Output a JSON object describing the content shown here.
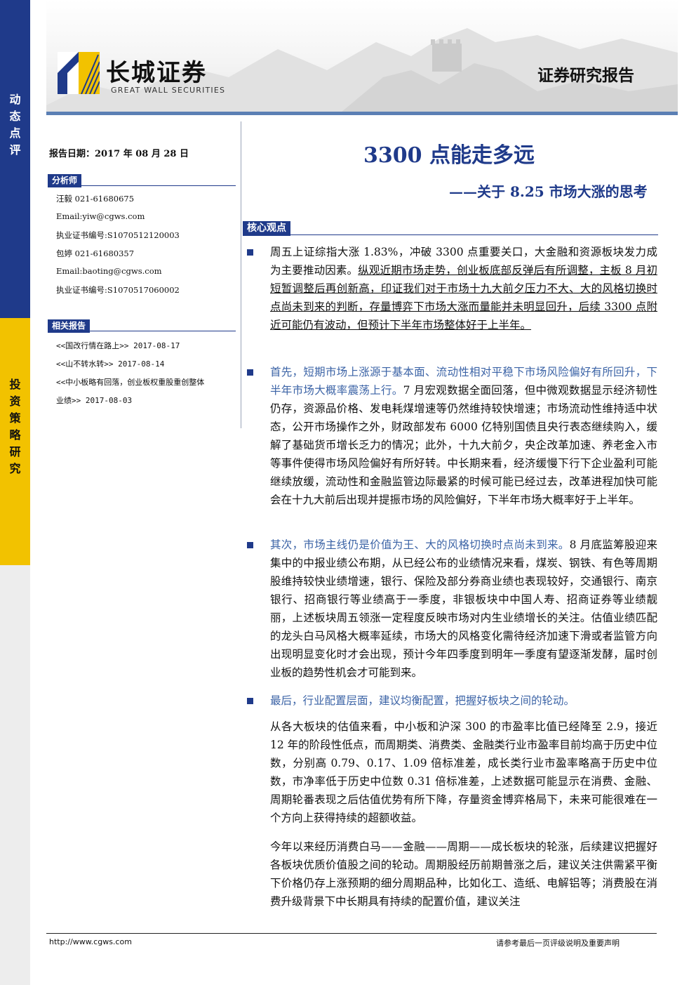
{
  "sidebar": {
    "top_label": "动态点评",
    "mid_label": "投资策略研究"
  },
  "header": {
    "logo_cn": "长城证券",
    "logo_en": "GREAT WALL SECURITIES",
    "report_type": "证券研究报告"
  },
  "left_column": {
    "report_date": "报告日期：2017 年 08 月 28 日",
    "analyst_heading": "分析师",
    "analyst_lines": [
      "汪毅 021-61680675",
      "Email:yiw@cgws.com",
      "执业证书编号:S1070512120003",
      "包婷 021-61680357",
      "Email:baoting@cgws.com",
      "执业证书编号:S1070517060002"
    ],
    "related_heading": "相关报告",
    "related_lines": [
      "<<国改行情在路上>> 2017-08-17",
      "<<山不转水转>> 2017-08-14",
      "<<中小板略有回落，创业板权重股重创整体",
      "业绩>> 2017-08-03"
    ]
  },
  "main": {
    "title": "3300 点能走多远",
    "subtitle": "——关于 8.25 市场大涨的思考",
    "core_heading": "核心观点",
    "p1_a": "周五上证综指大涨 1.83%，冲破 3300 点重要关口，大金融和资源板块发力成为主要推动因素。",
    "p1_b": "纵观近期市场走势，创业板底部反弹后有所调整，主板 8 月初短暂调整后再创新高，印证我们对于市场十九大前夕压力不大、大的风格切换时点尚未到来的判断，存量博弈下市场大涨而量能并未明显回升，后续 3300 点附近可能仍有波动，但预计下半年市场整体好于上半年。",
    "p2_a": "首先，短期市场上涨源于基本面、流动性相对平稳下市场风险偏好有所回升，下半年市场大概率震荡上行。",
    "p2_b": "7 月宏观数据全面回落，但中微观数据显示经济韧性仍存，资源品价格、发电耗煤增速等仍然维持较快增速；市场流动性维持适中状态，公开市场操作之外，财政部发布 6000 亿特别国债且央行表态继续购入，缓解了基础货币增长乏力的情况；此外，十九大前夕，央企改革加速、养老金入市等事件使得市场风险偏好有所好转。中长期来看，经济缓慢下行下企业盈利可能继续放缓，流动性和金融监管边际最紧的时候可能已经过去，改革进程加快可能会在十九大前后出现并提振市场的风险偏好，下半年市场大概率好于上半年。",
    "p3_a": "其次，市场主线仍是价值为王、大的风格切换时点尚未到来。",
    "p3_b": "8 月底监筹股迎来集中的中报业绩公布期，从已经公布的业绩情况来看，煤炭、钢铁、有色等周期股维持较快业绩增速，银行、保险及部分券商业绩也表现较好，交通银行、南京银行、招商银行等业绩高于一季度，非银板块中中国人寿、招商证券等业绩靓丽，上述板块周五领涨一定程度反映市场对内生业绩增长的关注。估值业绩匹配的龙头白马风格大概率延续，市场大的风格变化需待经济加速下滑或者监管方向出现明显变化时才会出现，预计今年四季度到明年一季度有望逐渐发酵，届时创业板的趋势性机会才可能到来。",
    "p4": "最后，行业配置层面，建议均衡配置，把握好板块之间的轮动。",
    "p5": "从各大板块的估值来看，中小板和沪深 300 的市盈率比值已经降至 2.9，接近 12 年的阶段性低点，而周期类、消费类、金融类行业市盈率目前均高于历史中位数，分别高 0.79、0.17、1.09 倍标准差，成长类行业市盈率略高于历史中位数，市净率低于历史中位数 0.31 倍标准差，上述数据可能显示在消费、金融、周期轮番表现之后估值优势有所下降，存量资金博弈格局下，未来可能很难在一个方向上获得持续的超额收益。",
    "p6": "今年以来经历消费白马——金融——周期——成长板块的轮涨，后续建议把握好各板块优质价值股之间的轮动。周期股经历前期普涨之后，建议关注供需紧平衡下价格仍存上涨预期的细分周期品种，比如化工、造纸、电解铝等；消费股在消费升级背景下中长期具有持续的配置价值，建议关注"
  },
  "footer": {
    "url": "http://www.cgws.com",
    "note": "请参考最后一页评级说明及重要声明"
  },
  "colors": {
    "brand_blue": "#1f3a8a",
    "accent_yellow": "#f2c200",
    "highlight_blue": "#3b63a6"
  }
}
